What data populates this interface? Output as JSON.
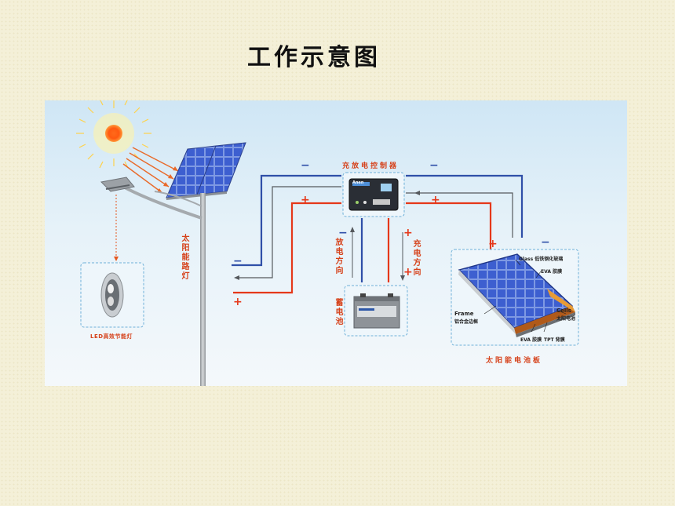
{
  "title": "工作示意图",
  "labels": {
    "controller": "充放电控制器",
    "street_light": "太阳能路灯",
    "discharge": "放电方向",
    "charge": "充电方向",
    "battery": "蓄电池",
    "led_lamp": "LED高效节能灯",
    "solar_panel": "太阳能电池板"
  },
  "signs": {
    "minus": "−",
    "plus": "+"
  },
  "panel_parts": {
    "glass": "Glass 低铁钢化玻璃",
    "eva_top": "EVA 胶膜",
    "frame": "Frame",
    "frame_cn": "铝合金边框",
    "cells": "Cells",
    "cells_cn": "太阳电池",
    "eva_bottom": "EVA 胶膜",
    "tpt": "TPT 背膜"
  },
  "controller_brand": "Anen",
  "colors": {
    "negative": "#2f4fa8",
    "positive": "#e5381a",
    "label": "#d6431c"
  }
}
